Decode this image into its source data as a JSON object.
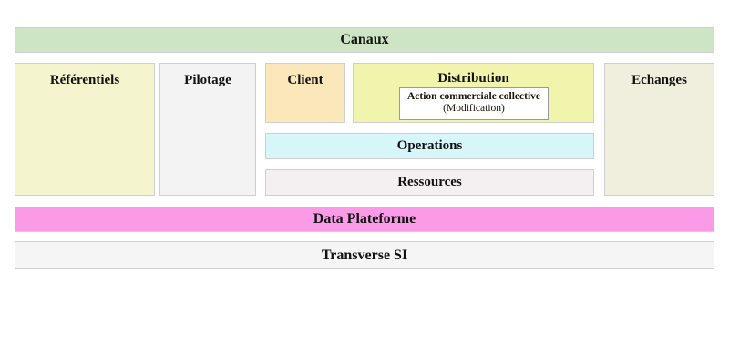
{
  "diagram": {
    "title": "Canaux",
    "banner": {
      "label": "Canaux",
      "color": "#cde5c4"
    },
    "columns": [
      {
        "name": "referentiels",
        "label": "Référentiels",
        "color": "#f4f4cf"
      },
      {
        "name": "pilotage",
        "label": "Pilotage",
        "color": "#f4f3f3"
      },
      {
        "name": "client",
        "label": "Client",
        "color": "#fbe8ba"
      },
      {
        "name": "distribution",
        "label": "Distribution",
        "color": "#f0f4ac",
        "card": {
          "title": "Action commerciale collective",
          "subtitle": "(Modification)",
          "color": "#ffffff"
        }
      },
      {
        "name": "echanges",
        "label": "Echanges",
        "color": "#f0eedd"
      }
    ],
    "stacked_bars": [
      {
        "name": "operations",
        "label": "Operations",
        "color": "#d6f6fa"
      },
      {
        "name": "ressources",
        "label": "Ressources",
        "color": "#f4eff0"
      }
    ],
    "footer_bands": [
      {
        "name": "data-plateforme",
        "label": "Data Plateforme",
        "color": "#fb9be8"
      },
      {
        "name": "transverse-si",
        "label": "Transverse SI",
        "color": "#f5f5f5"
      }
    ]
  }
}
